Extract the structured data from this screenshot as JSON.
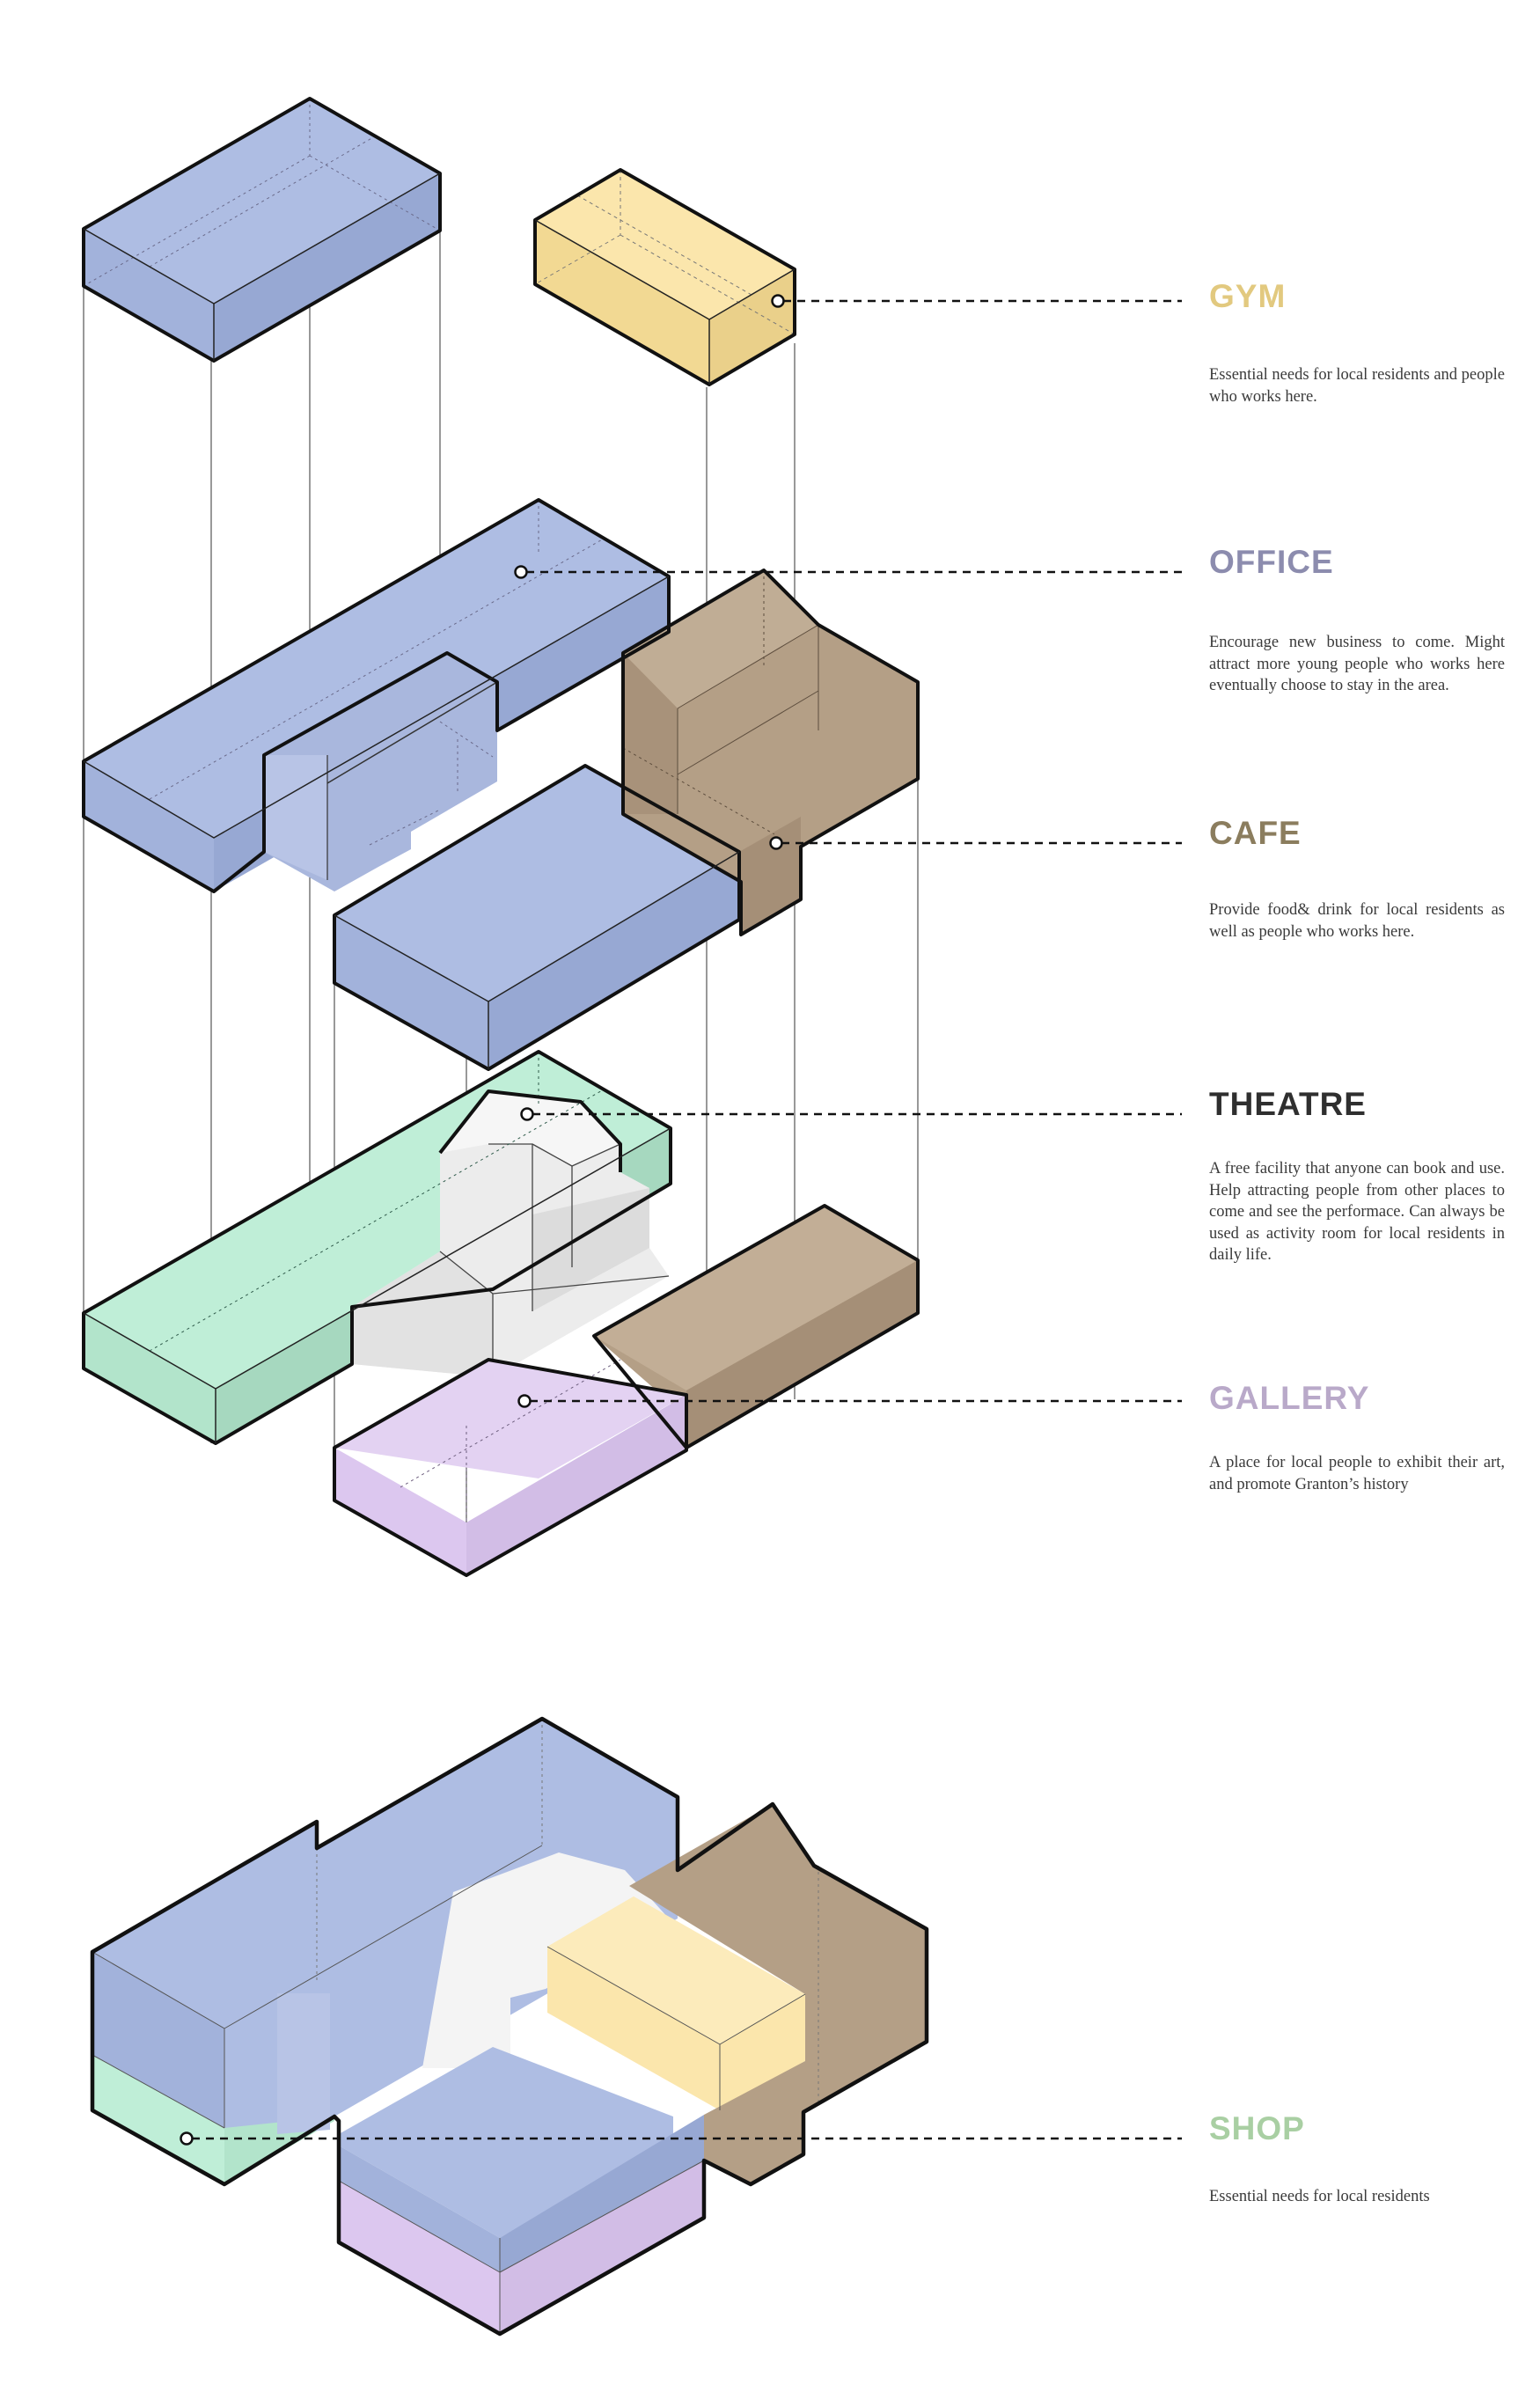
{
  "colors": {
    "office": "#aebde3",
    "gym": "#fbe6ac",
    "cafe": "#b49f86",
    "theatre": "#ececec",
    "shop": "#bfeed7",
    "gallery": "#dcc7ef",
    "outline": "#111111"
  },
  "functions": [
    {
      "key": "gym",
      "title": "GYM",
      "color": "#e2c97f",
      "description": "Essential needs for local residents and people who works here."
    },
    {
      "key": "office",
      "title": "OFFICE",
      "color": "#8c8cae",
      "description": "Encourage new business to come. Might attract more young people who works here eventually choose to stay in the area."
    },
    {
      "key": "cafe",
      "title": "CAFE",
      "color": "#8b7d5e",
      "description": "Provide food& drink for local residents as well as people who works here."
    },
    {
      "key": "theatre",
      "title": "THEATRE",
      "color": "#2f2f2f",
      "description": "A free facility that anyone can book and use. Help attracting people from other places to come and see the performace. Can always be used as activity room for local residents in daily life."
    },
    {
      "key": "gallery",
      "title": "GALLERY",
      "color": "#b9a9c9",
      "description": "A place for local people to exhibit their art, and promote Granton’s history"
    },
    {
      "key": "shop",
      "title": "SHOP",
      "color": "#a9cfa3",
      "description": "Essential needs for local residents"
    }
  ]
}
